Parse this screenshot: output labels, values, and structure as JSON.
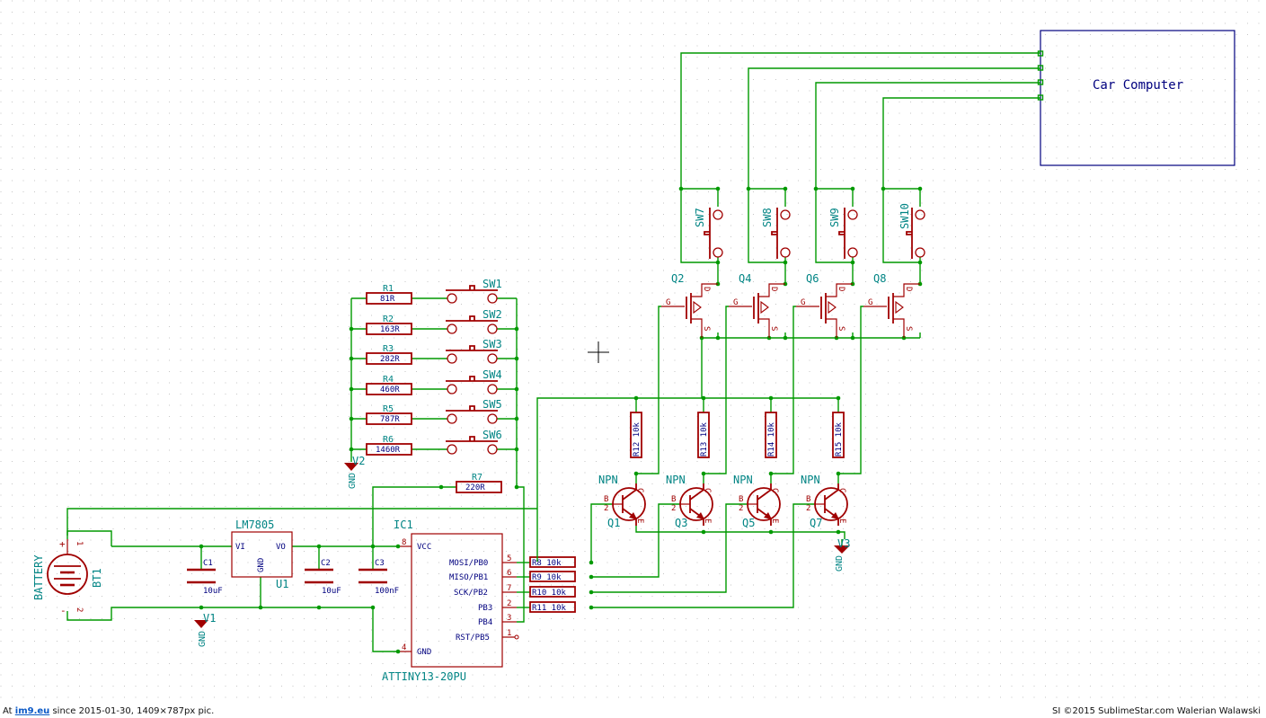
{
  "schematic": {
    "box": {
      "label": "Car Computer"
    },
    "switches_top": [
      "SW7",
      "SW8",
      "SW9",
      "SW10"
    ],
    "mosfets": [
      {
        "ref": "Q2",
        "pin_g": "G",
        "pin_d": "D",
        "pin_s": "S"
      },
      {
        "ref": "Q4",
        "pin_g": "G",
        "pin_d": "D",
        "pin_s": "S"
      },
      {
        "ref": "Q6",
        "pin_g": "G",
        "pin_d": "D",
        "pin_s": "S"
      },
      {
        "ref": "Q8",
        "pin_g": "G",
        "pin_d": "D",
        "pin_s": "S"
      }
    ],
    "resistor_ladder": [
      {
        "ref": "R1",
        "value": "81R",
        "switch": "SW1"
      },
      {
        "ref": "R2",
        "value": "163R",
        "switch": "SW2"
      },
      {
        "ref": "R3",
        "value": "282R",
        "switch": "SW3"
      },
      {
        "ref": "R4",
        "value": "460R",
        "switch": "SW4"
      },
      {
        "ref": "R5",
        "value": "787R",
        "switch": "SW5"
      },
      {
        "ref": "R6",
        "value": "1460R",
        "switch": "SW6"
      }
    ],
    "r7": {
      "ref": "R7",
      "value": "220R"
    },
    "pullups": [
      "R12 10k",
      "R13 10k",
      "R14 10k",
      "R15 10k"
    ],
    "npn": [
      {
        "ref": "Q1",
        "type": "NPN",
        "b": "B",
        "c": "C",
        "e": "E"
      },
      {
        "ref": "Q3",
        "type": "NPN",
        "b": "B",
        "c": "C",
        "e": "E"
      },
      {
        "ref": "Q5",
        "type": "NPN",
        "b": "B",
        "c": "C",
        "e": "E"
      },
      {
        "ref": "Q7",
        "type": "NPN",
        "b": "B",
        "c": "C",
        "e": "E"
      }
    ],
    "base_resistors": [
      "R8  10k",
      "R9  10k",
      "R10 10k",
      "R11 10k"
    ],
    "ic": {
      "ref": "IC1",
      "part": "ATTINY13-20PU",
      "vcc": "VCC",
      "gnd": "GND",
      "pins_right": [
        {
          "num": "5",
          "name": "MOSI/PB0"
        },
        {
          "num": "6",
          "name": "MISO/PB1"
        },
        {
          "num": "7",
          "name": "SCK/PB2"
        },
        {
          "num": "2",
          "name": "PB3"
        },
        {
          "num": "3",
          "name": "PB4"
        },
        {
          "num": "1",
          "name": "RST/PB5"
        }
      ],
      "pin_vcc": "8",
      "pin_gnd": "4"
    },
    "regulator": {
      "part": "LM7805",
      "ref": "U1",
      "vi": "VI",
      "vo": "VO",
      "gnd": "GND"
    },
    "caps": [
      {
        "ref": "C1",
        "value": "10uF"
      },
      {
        "ref": "C2",
        "value": "10uF"
      },
      {
        "ref": "C3",
        "value": "100nF"
      }
    ],
    "battery": {
      "ref": "BT1",
      "label": "BATTERY",
      "plus": "+",
      "minus": "-",
      "pin1": "1",
      "pin2": "2"
    },
    "grounds": [
      {
        "name": "GND",
        "net": "V1"
      },
      {
        "name": "GND",
        "net": "V2"
      },
      {
        "name": "GND",
        "net": "V3"
      }
    ]
  },
  "footer": {
    "left_prefix": "At ",
    "left_site": "im9.eu",
    "left_rest": " since 2015-01-30, 1409×787px pic.",
    "right": "SI ©2015 SublimeStar.com Walerian Walawski"
  }
}
